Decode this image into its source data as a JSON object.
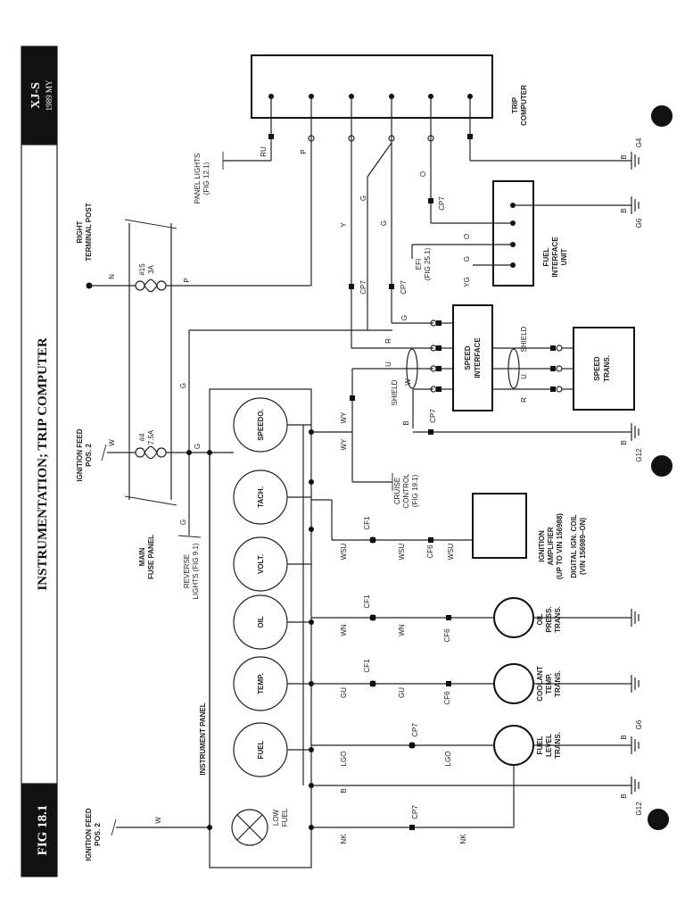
{
  "header": {
    "figure": "FIG 18.1",
    "title": "INSTRUMENTATION; TRIP COMPUTER",
    "model": "XJ-S",
    "year": "1989 MY"
  },
  "labels": {
    "ignition_feed_left": [
      "IGNITION FEED",
      "POS. 2"
    ],
    "instrument_panel": "INSTRUMENT PANEL",
    "reverse_lights": [
      "REVERSE",
      "LIGHTS (FIG 9.1)"
    ],
    "main_fuse_panel": [
      "MAIN",
      "FUSE PANEL"
    ],
    "ignition_feed_mid": [
      "IGNITION FEED",
      "POS. 2"
    ],
    "right_terminal_post": [
      "RIGHT",
      "TERMINAL POST"
    ],
    "panel_lights": [
      "PANEL LIGHTS",
      "(FIG 12.1)"
    ],
    "trip_computer": [
      "TRIP",
      "COMPUTER"
    ],
    "fuel_interface_unit": [
      "FUEL",
      "INTERFACE",
      "UNIT"
    ],
    "efi": [
      "EFI",
      "(FIG 25.1)"
    ],
    "speed_interface": [
      "SPEED",
      "INTERFACE"
    ],
    "speed_trans": [
      "SPEED",
      "TRANS."
    ],
    "shield": "SHIELD",
    "cruise_control": [
      "CRUISE",
      "CONTROL",
      "(FIG 19.1)"
    ],
    "ignition_amplifier": [
      "IGNITION",
      "AMPLIFIER",
      "(UP TO VIN 156988)"
    ],
    "digital_ign_coil": [
      "DIGITAL IGN. COIL",
      "(VIN 156989–ON)"
    ],
    "oil_press_trans": [
      "OIL",
      "PRESS.",
      "TRANS."
    ],
    "coolant_temp_trans": [
      "COOLANT",
      "TEMP.",
      "TRANS."
    ],
    "fuel_level_trans": [
      "FUEL",
      "LEVEL",
      "TRANS."
    ],
    "low_fuel": [
      "LOW",
      "FUEL"
    ]
  },
  "gauges": [
    "SPEEDO.",
    "TACH.",
    "VOLT.",
    "OIL",
    "TEMP.",
    "FUEL"
  ],
  "fuses": [
    {
      "id": "#15",
      "rating": "3A"
    },
    {
      "id": "#4",
      "rating": "7.5A"
    }
  ],
  "connectors": {
    "cp7": "CP7",
    "cf1": "CF1",
    "cf6": "CF6"
  },
  "grounds": {
    "g4": "G4",
    "g6": "G6",
    "g12": "G12"
  },
  "wire_colors": {
    "w": "W",
    "n": "N",
    "p": "P",
    "g": "G",
    "b": "B",
    "ru": "RU",
    "y": "Y",
    "o": "O",
    "yg": "YG",
    "r": "R",
    "u": "U",
    "wy": "WY",
    "wsu": "WSU",
    "wn": "WN",
    "gu": "GU",
    "lgo": "LGO",
    "nk": "NK"
  },
  "colors": {
    "ink": "#222222",
    "header_bg": "#111111",
    "header_text": "#ffffff"
  }
}
